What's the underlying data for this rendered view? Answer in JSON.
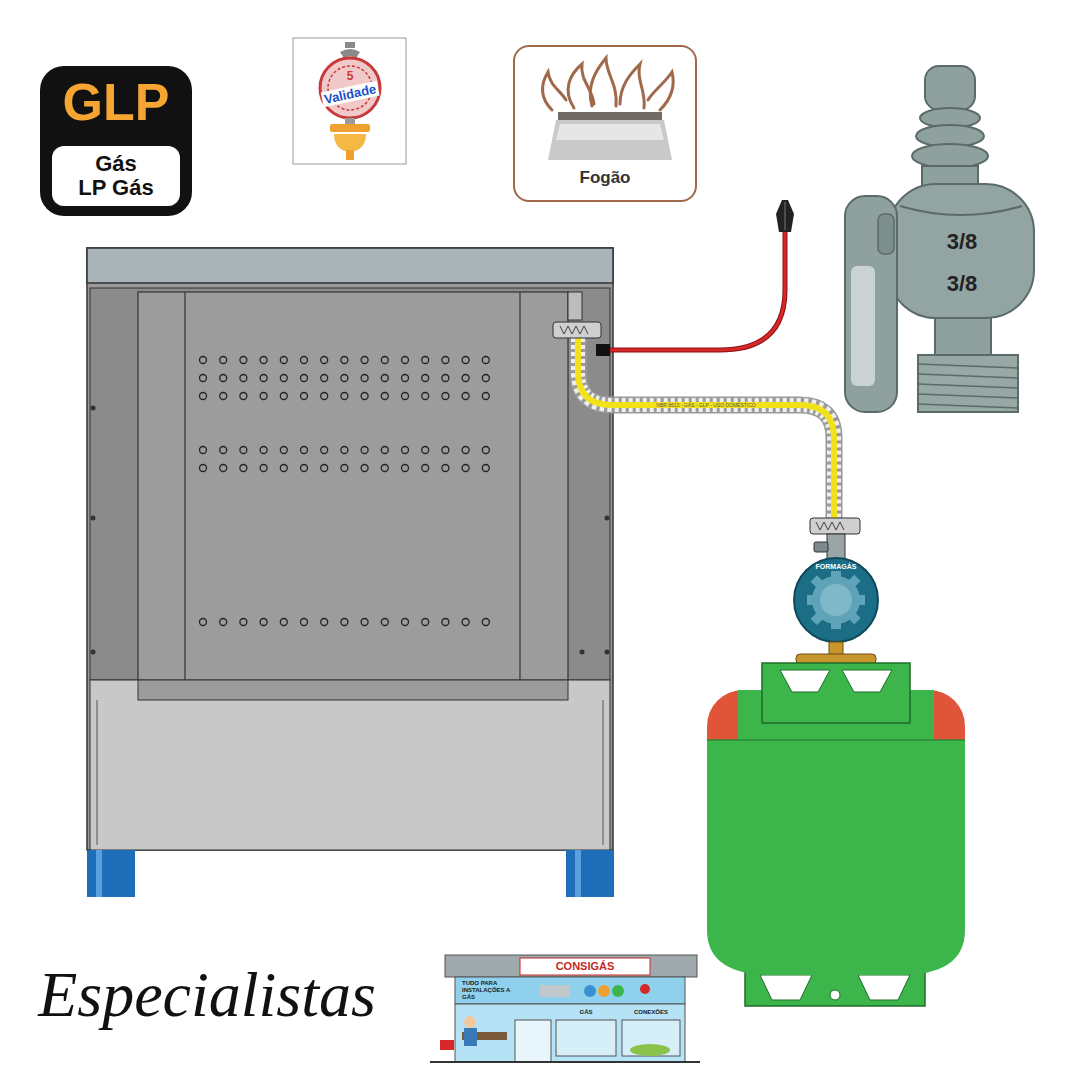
{
  "diagram": {
    "nodes": [
      {
        "text": [
          "GLP",
          "Gás LP Gás"
        ]
      },
      {
        "text": [
          "Fogão"
        ]
      }
    ],
    "labels": [
      "5",
      "Validade",
      "3/8",
      "3/8",
      "NBR 8613 - GÁS - GLP - USO DOMÉSTICO",
      "FORMAGÁS",
      "Especialistas",
      "CONSIGÁS",
      "TUDO PARA INSTALAÇÕES A GÁS",
      "GÁS",
      "CONEXÕES"
    ]
  }
}
